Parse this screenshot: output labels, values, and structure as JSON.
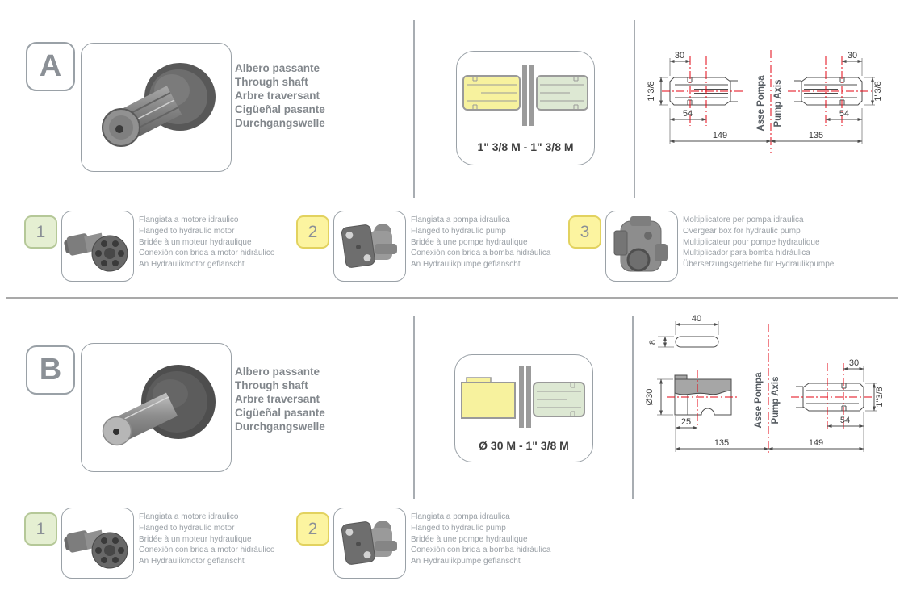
{
  "sections": [
    {
      "id": "A",
      "badge": "A",
      "heading": [
        "Albero passante",
        "Through shaft",
        "Arbre traversant",
        "Cigüeñal pasante",
        "Durchgangswelle"
      ],
      "schematic_label": "1\" 3/8 M - 1\" 3/8 M",
      "drawing": {
        "dim_top_left": "30",
        "dim_top_right": "30",
        "dim_side_left": "1\"3/8",
        "dim_side_right": "1\"3/8",
        "dim_mid_left": "54",
        "dim_mid_right": "54",
        "dim_total_left": "149",
        "dim_total_right": "135",
        "axis_label_it": "Asse Pompa",
        "axis_label_en": "Pump Axis"
      }
    },
    {
      "id": "B",
      "badge": "B",
      "heading": [
        "Albero passante",
        "Through shaft",
        "Arbre traversant",
        "Cigüeñal pasante",
        "Durchgangswelle"
      ],
      "schematic_label": "Ø 30 M - 1\" 3/8 M",
      "drawing": {
        "key_length": "40",
        "key_height": "8",
        "dim_diameter": "Ø30",
        "dim_mid_left": "25",
        "dim_total_left": "135",
        "dim_top_right": "30",
        "dim_mid_right": "54",
        "dim_total_right": "149",
        "dim_side_right": "1\"3/8",
        "axis_label_it": "Asse Pompa",
        "axis_label_en": "Pump Axis"
      }
    }
  ],
  "options": {
    "motor": {
      "number": "1",
      "badge_color": "#e5efd2",
      "badge_border": "#b5c898",
      "lines": [
        "Flangiata a motore idraulico",
        "Flanged to hydraulic motor",
        "Bridée à un moteur hydraulique",
        "Conexión con brida a motor hidráulico",
        "An Hydraulikmotor geflanscht"
      ]
    },
    "pump": {
      "number": "2",
      "badge_color": "#fcf4a0",
      "badge_border": "#e2d25f",
      "lines": [
        "Flangiata a pompa idraulica",
        "Flanged to hydraulic pump",
        "Bridée à une pompe hydraulique",
        "Conexión con brida a bomba hidráulica",
        "An Hydraulikpumpe geflanscht"
      ]
    },
    "overgear": {
      "number": "3",
      "badge_color": "#fcf4a0",
      "badge_border": "#e2d25f",
      "lines": [
        "Moltiplicatore per pompa idraulica",
        "Overgear box for hydraulic pump",
        "Multiplicateur pour pompe hydraulique",
        "Multiplicador para bomba hidráulica",
        "Übersetzungsgetriebe für Hydraulikpumpe"
      ]
    }
  },
  "colors": {
    "accent_red": "#e30613",
    "schematic_yellow": "#f7f29e",
    "schematic_green": "#dde8d3",
    "frame_border": "#9aa1a7"
  }
}
